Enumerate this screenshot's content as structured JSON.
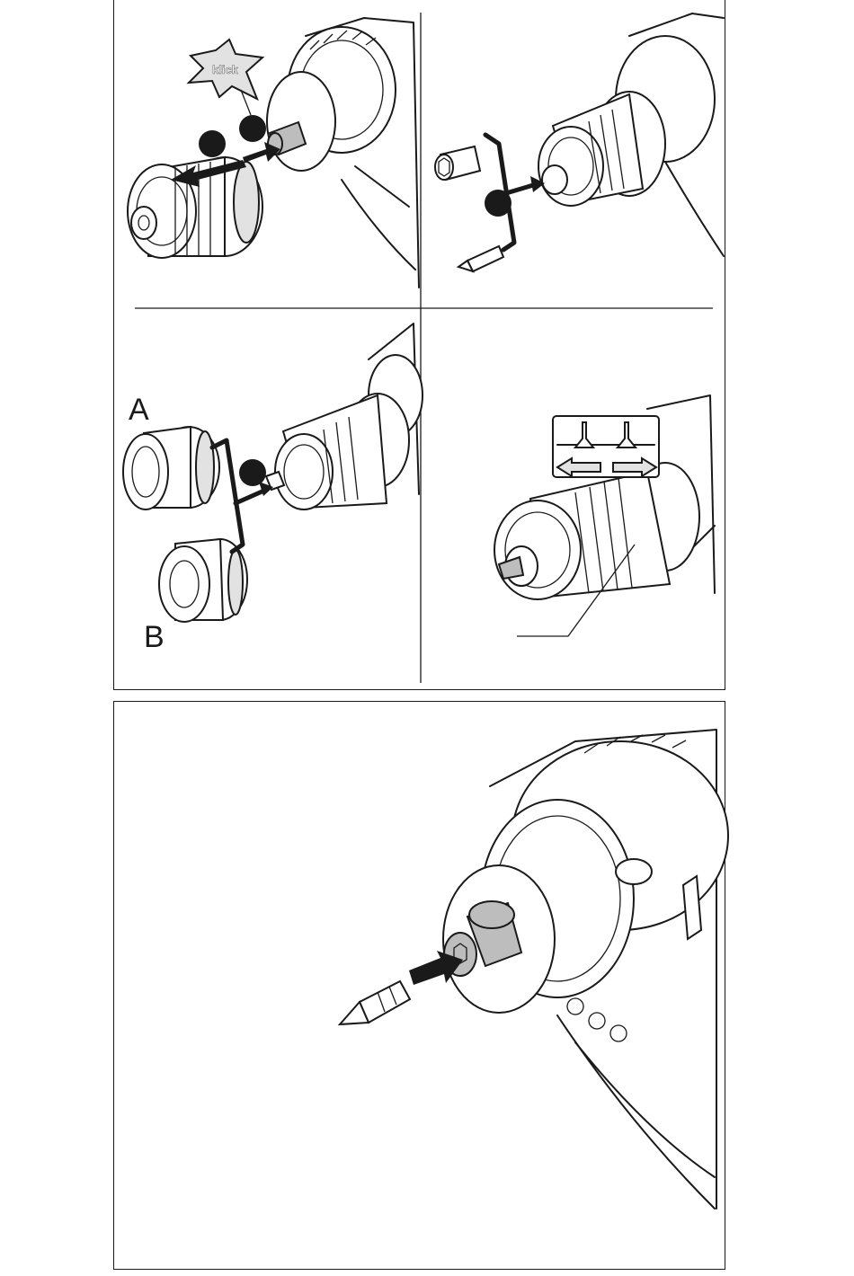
{
  "figure_top": {
    "panel_1": {
      "callout_word": "klick"
    },
    "panel_3": {
      "label_a": "A",
      "label_b": "B"
    }
  },
  "colors": {
    "line": "#1a1a1a",
    "gray_fill": "#bdbdbd",
    "light_gray": "#e2e2e2",
    "background": "#ffffff"
  }
}
